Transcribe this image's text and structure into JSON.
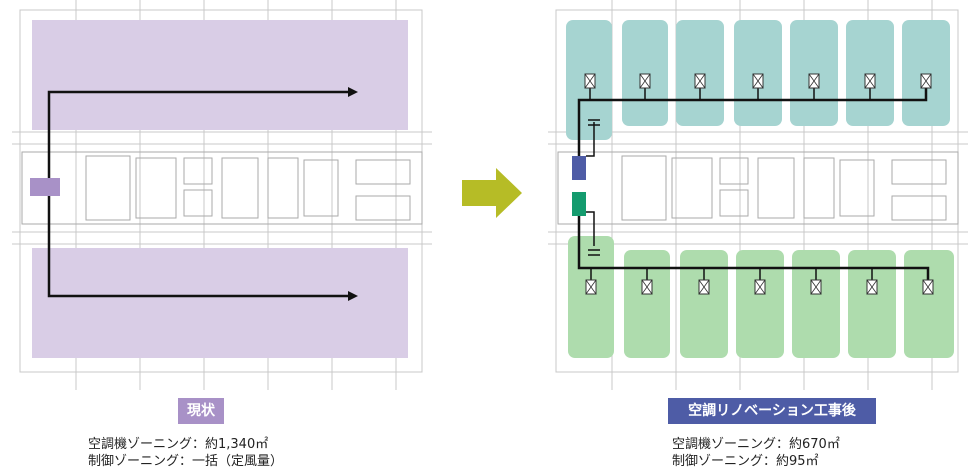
{
  "colors": {
    "before_zone": "#d9cde6",
    "before_badge": "#a891c7",
    "after_badge": "#4e5ca6",
    "upper_zone": "#a6d4d1",
    "lower_zone": "#aedcad",
    "arrow": "#b6bc26",
    "duct": "#111111",
    "ahu_upper": "#4e5ca6",
    "ahu_lower": "#149b6e",
    "plan_line": "#c8c8c8"
  },
  "before": {
    "badge": "現状",
    "caption_line1": "空調機ゾーニング：約1,340㎡",
    "caption_line2": "制御ゾーニング：一括（定風量）"
  },
  "after": {
    "badge": "空調リノベーション工事後",
    "caption_line1": "空調機ゾーニング：約670㎡",
    "caption_line2": "制御ゾーニング：約95㎡"
  },
  "icons": {
    "transition_arrow": "right-arrow-icon"
  }
}
